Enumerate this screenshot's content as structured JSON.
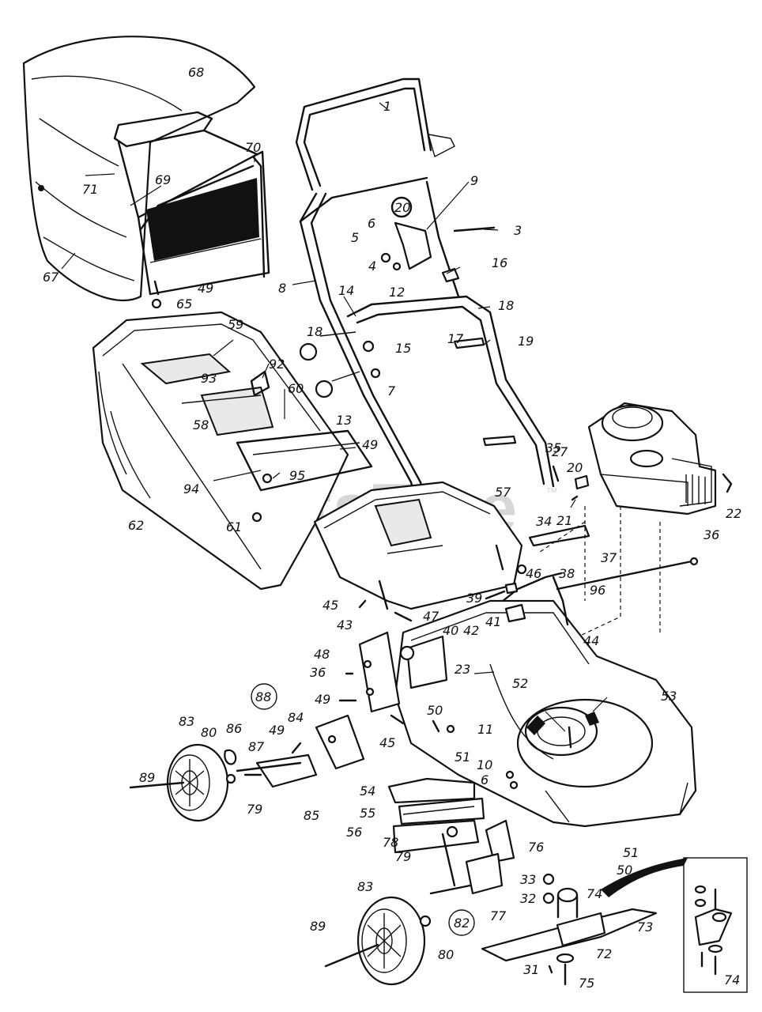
{
  "watermark": {
    "text": "PartsTree",
    "trademark": "™"
  },
  "callouts": {
    "c1": "1",
    "c3": "3",
    "c4": "4",
    "c5": "5",
    "c6a": "6",
    "c6b": "6",
    "c7": "7",
    "c8": "8",
    "c9": "9",
    "c10": "10",
    "c11": "11",
    "c12": "12",
    "c13": "13",
    "c14": "14",
    "c15": "15",
    "c16": "16",
    "c17": "17",
    "c18a": "18",
    "c18b": "18",
    "c19": "19",
    "c20a": "20",
    "c20b": "20",
    "c21": "21",
    "c22": "22",
    "c23": "23",
    "c27": "27",
    "c31": "31",
    "c32": "32",
    "c33": "33",
    "c34": "34",
    "c35": "35",
    "c36a": "36",
    "c36b": "36",
    "c37": "37",
    "c38": "38",
    "c39": "39",
    "c40": "40",
    "c41": "41",
    "c42": "42",
    "c43": "43",
    "c44": "44",
    "c45a": "45",
    "c45b": "45",
    "c46": "46",
    "c47": "47",
    "c48": "48",
    "c49a": "49",
    "c49b": "49",
    "c49c": "49",
    "c49d": "49",
    "c50a": "50",
    "c50b": "50",
    "c51a": "51",
    "c51b": "51",
    "c52": "52",
    "c53": "53",
    "c54": "54",
    "c55": "55",
    "c56": "56",
    "c57": "57",
    "c58": "58",
    "c59": "59",
    "c60": "60",
    "c61": "61",
    "c62": "62",
    "c65": "65",
    "c67": "67",
    "c68": "68",
    "c69": "69",
    "c70": "70",
    "c71": "71",
    "c72": "72",
    "c73": "73",
    "c74a": "74",
    "c74b": "74",
    "c75": "75",
    "c76": "76",
    "c77": "77",
    "c78": "78",
    "c79a": "79",
    "c79b": "79",
    "c80a": "80",
    "c80b": "80",
    "c82": "82",
    "c83a": "83",
    "c83b": "83",
    "c84": "84",
    "c85": "85",
    "c86": "86",
    "c87": "87",
    "c88": "88",
    "c89a": "89",
    "c89b": "89",
    "c92": "92",
    "c93": "93",
    "c94": "94",
    "c95": "95",
    "c96": "96"
  }
}
